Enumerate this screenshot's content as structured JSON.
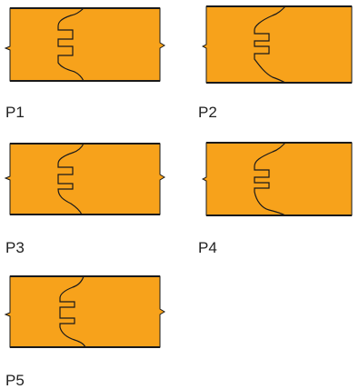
{
  "panels": [
    {
      "id": "p1",
      "label": "P1"
    },
    {
      "id": "p2",
      "label": "P2"
    },
    {
      "id": "p3",
      "label": "P3"
    },
    {
      "id": "p4",
      "label": "P4"
    },
    {
      "id": "p5",
      "label": "P5"
    }
  ],
  "colors": {
    "fill": "#f7a21b",
    "stroke": "#1a1a1a",
    "background": "#ffffff"
  }
}
